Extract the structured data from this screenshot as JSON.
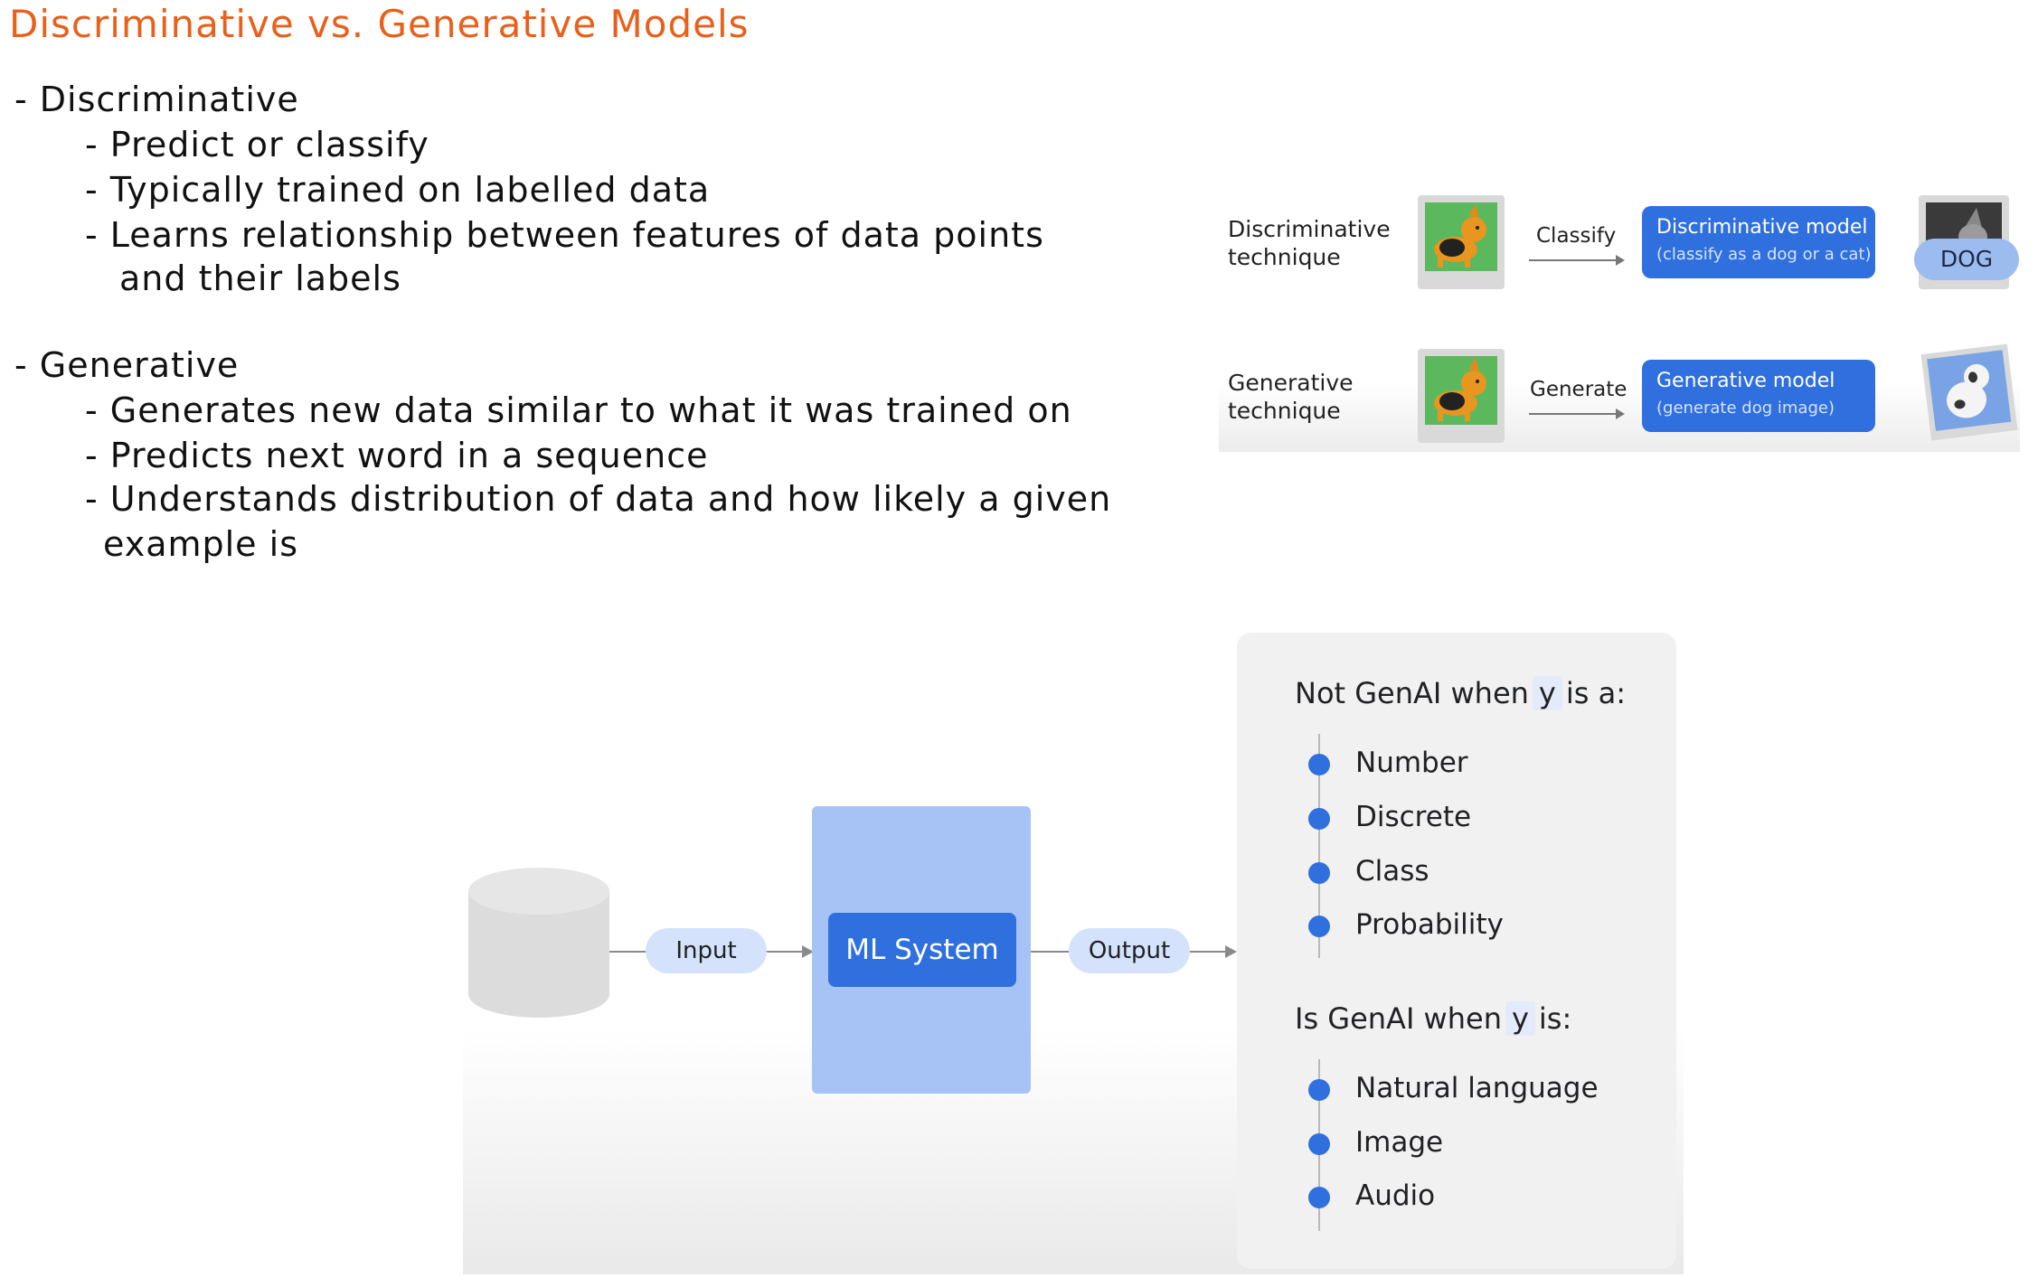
{
  "notes": {
    "title": "Discriminative vs. Generative Models",
    "lines": [
      "- Discriminative",
      "- Predict or classify",
      "- Typically trained on labelled data",
      "- Learns relationship between features of data points",
      "and their labels",
      "- Generative",
      "- Generates new data similar to what it was trained on",
      "- Predicts next word in a sequence",
      "- Understands distribution of data and how likely a given",
      "example is"
    ]
  },
  "techniques": {
    "discriminative": {
      "label": "Discriminative\ntechnique",
      "action": "Classify",
      "model_title": "Discriminative model",
      "model_subtitle": "(classify as a dog or a cat)",
      "result": "DOG"
    },
    "generative": {
      "label": "Generative\ntechnique",
      "action": "Generate",
      "model_title": "Generative model",
      "model_subtitle": "(generate dog image)"
    }
  },
  "ml_diagram": {
    "input_label": "Input",
    "system_label": "ML System",
    "output_label": "Output"
  },
  "genai": {
    "not_heading_pre": "Not GenAI when",
    "is_heading_pre": "Is GenAI when",
    "y": "y",
    "not_heading_post": "is a:",
    "is_heading_post": "is:",
    "not_items": [
      "Number",
      "Discrete",
      "Class",
      "Probability"
    ],
    "is_items": [
      "Natural language",
      "Image",
      "Audio"
    ]
  },
  "colors": {
    "title_orange": "#e8601c",
    "google_blue": "#2f6fde",
    "light_blue": "#a7c3f5",
    "pill_blue": "#d4e2fb"
  }
}
